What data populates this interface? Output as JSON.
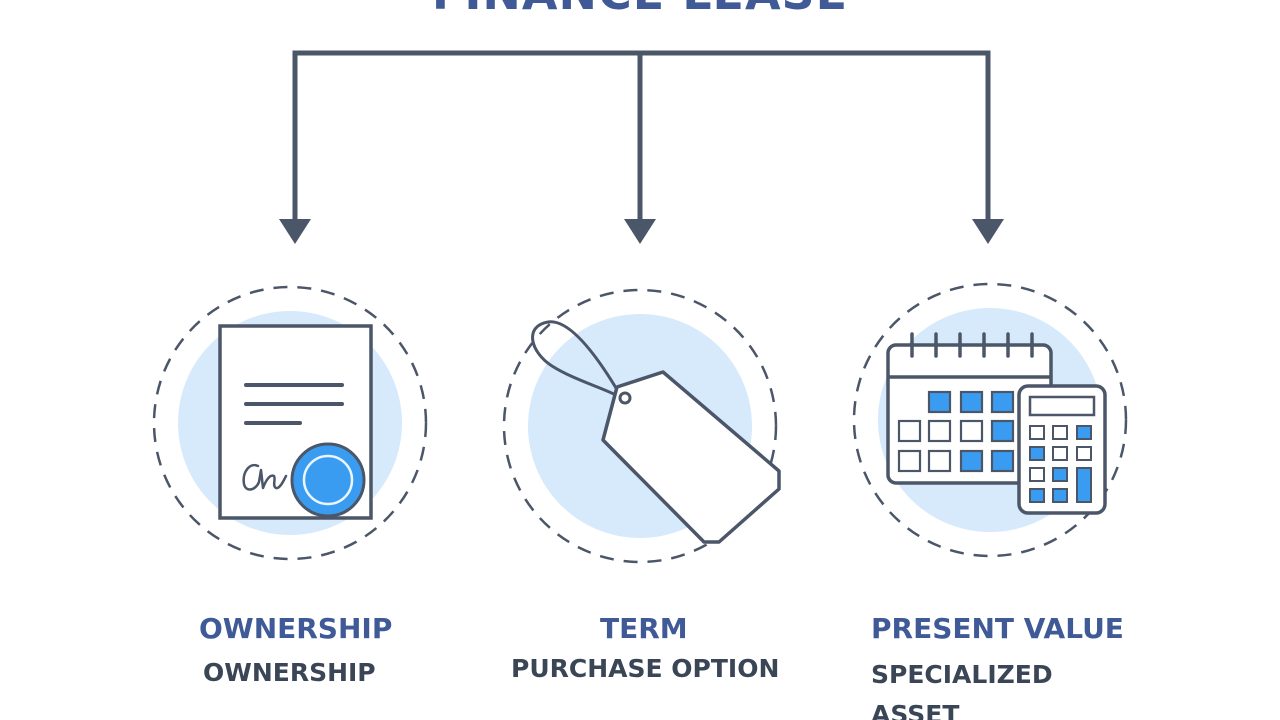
{
  "title": "FINANCE LEASE",
  "items": [
    {
      "heading": "OWNERSHIP",
      "subtitle": "OWNERSHIP",
      "icon": "document-seal-icon"
    },
    {
      "heading": "TERM",
      "subtitle": "PURCHASE OPTION",
      "icon": "price-tag-icon"
    },
    {
      "heading": "PRESENT VALUE",
      "subtitle_line1": "SPECIALIZED",
      "subtitle_line2": "ASSET",
      "icon": "calendar-calculator-icon"
    }
  ],
  "colors": {
    "primary": "#3f5a96",
    "stroke": "#4b5668",
    "circle_fill": "#d6eafb",
    "accent": "#3a9cf0"
  }
}
